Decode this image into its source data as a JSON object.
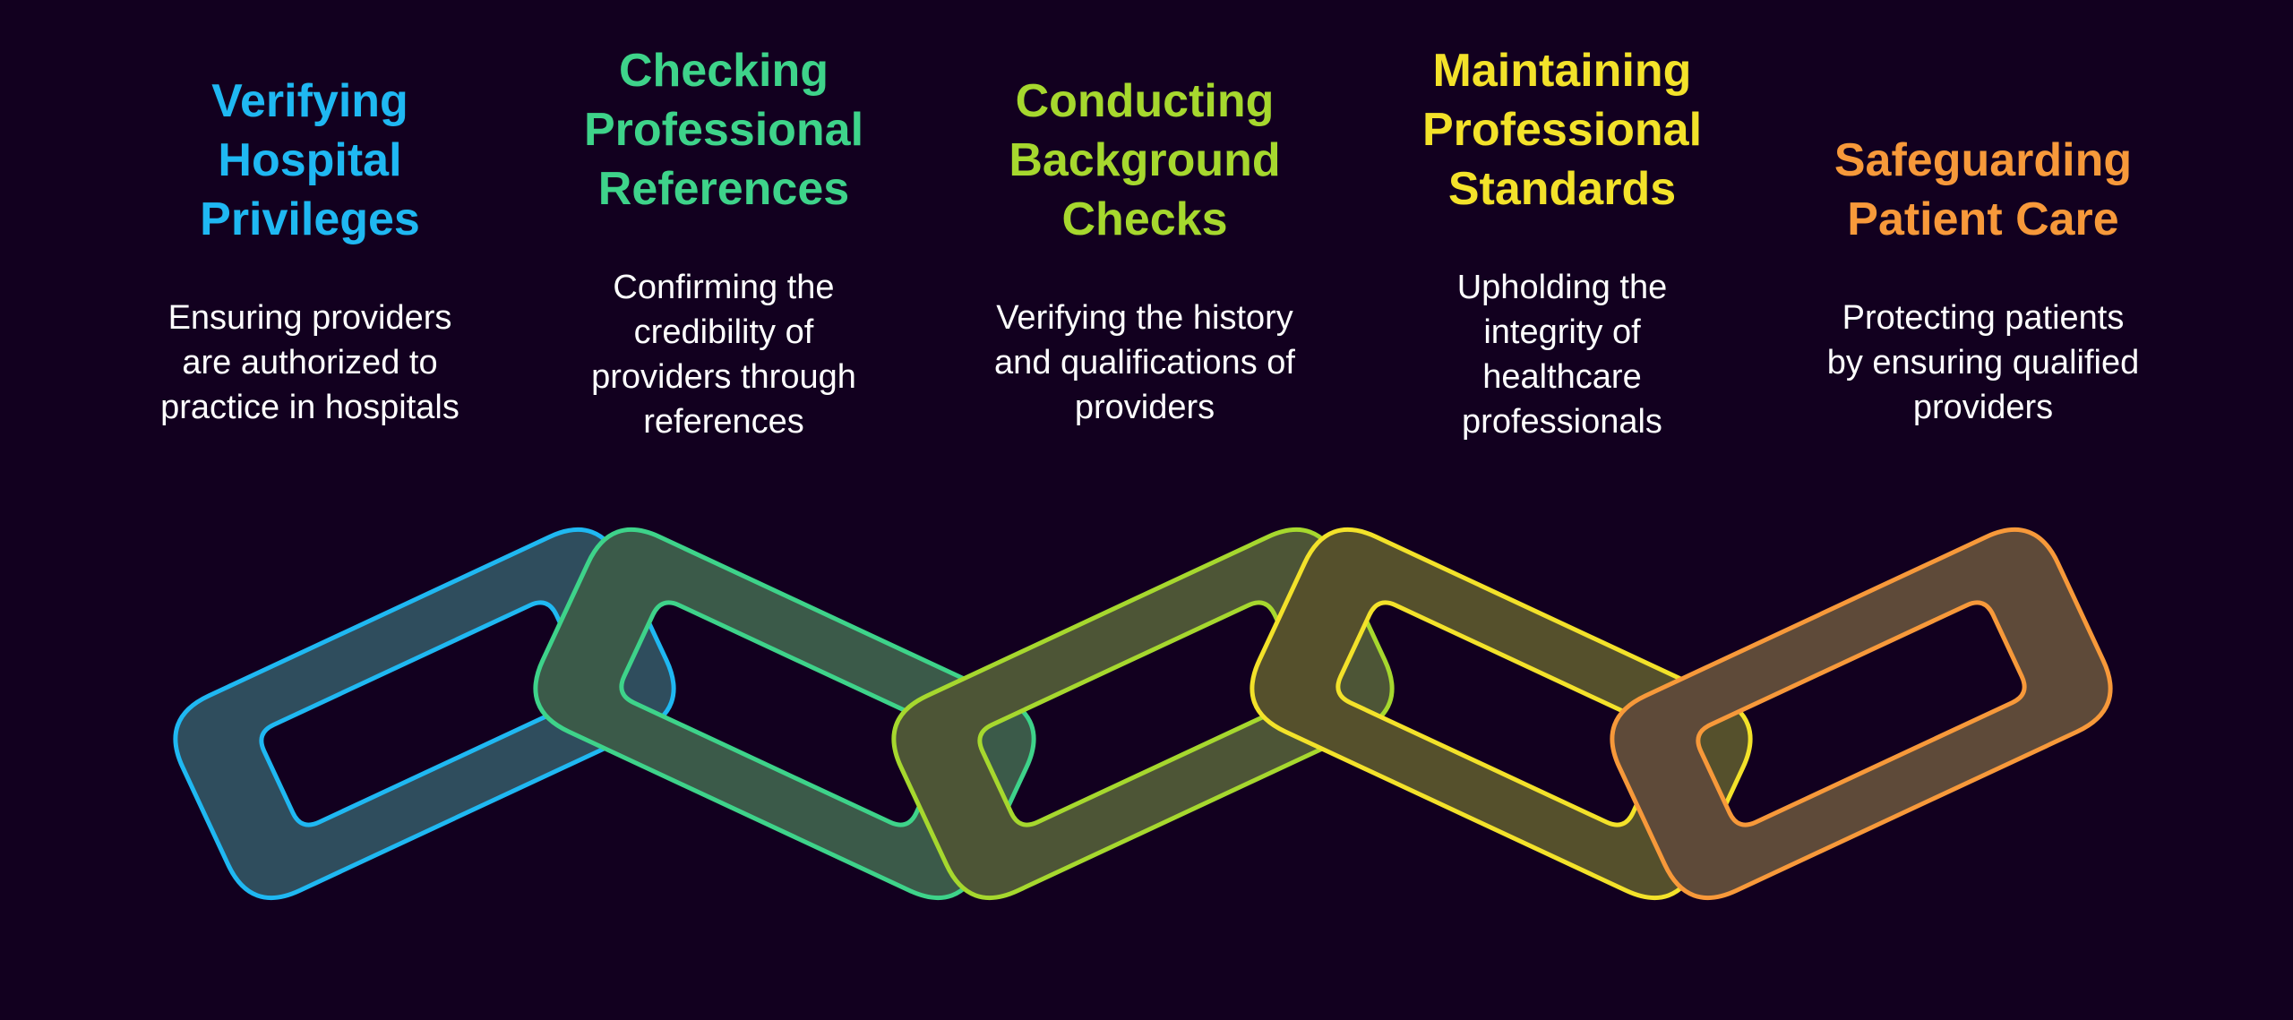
{
  "steps": [
    {
      "title": "Verifying\nHospital\nPrivileges",
      "description": "Ensuring providers\nare authorized to\npractice in hospitals",
      "color": "#1fb8f2",
      "fill": "#2f4d5d"
    },
    {
      "title": "Checking\nProfessional\nReferences",
      "description": "Confirming the\ncredibility of\nproviders through\nreferences",
      "color": "#3ed38a",
      "fill": "#3b5a49"
    },
    {
      "title": "Conducting\nBackground\nChecks",
      "description": "Verifying the history\nand qualifications of\nproviders",
      "color": "#a6d82e",
      "fill": "#4d5536"
    },
    {
      "title": "Maintaining\nProfessional\nStandards",
      "description": "Upholding the\nintegrity of\nhealthcare\nprofessionals",
      "color": "#f3e22a",
      "fill": "#55502c"
    },
    {
      "title": "Safeguarding\nPatient Care",
      "description": "Protecting patients\nby ensuring qualified\nproviders",
      "color": "#f7993a",
      "fill": "#5e4a39"
    }
  ]
}
